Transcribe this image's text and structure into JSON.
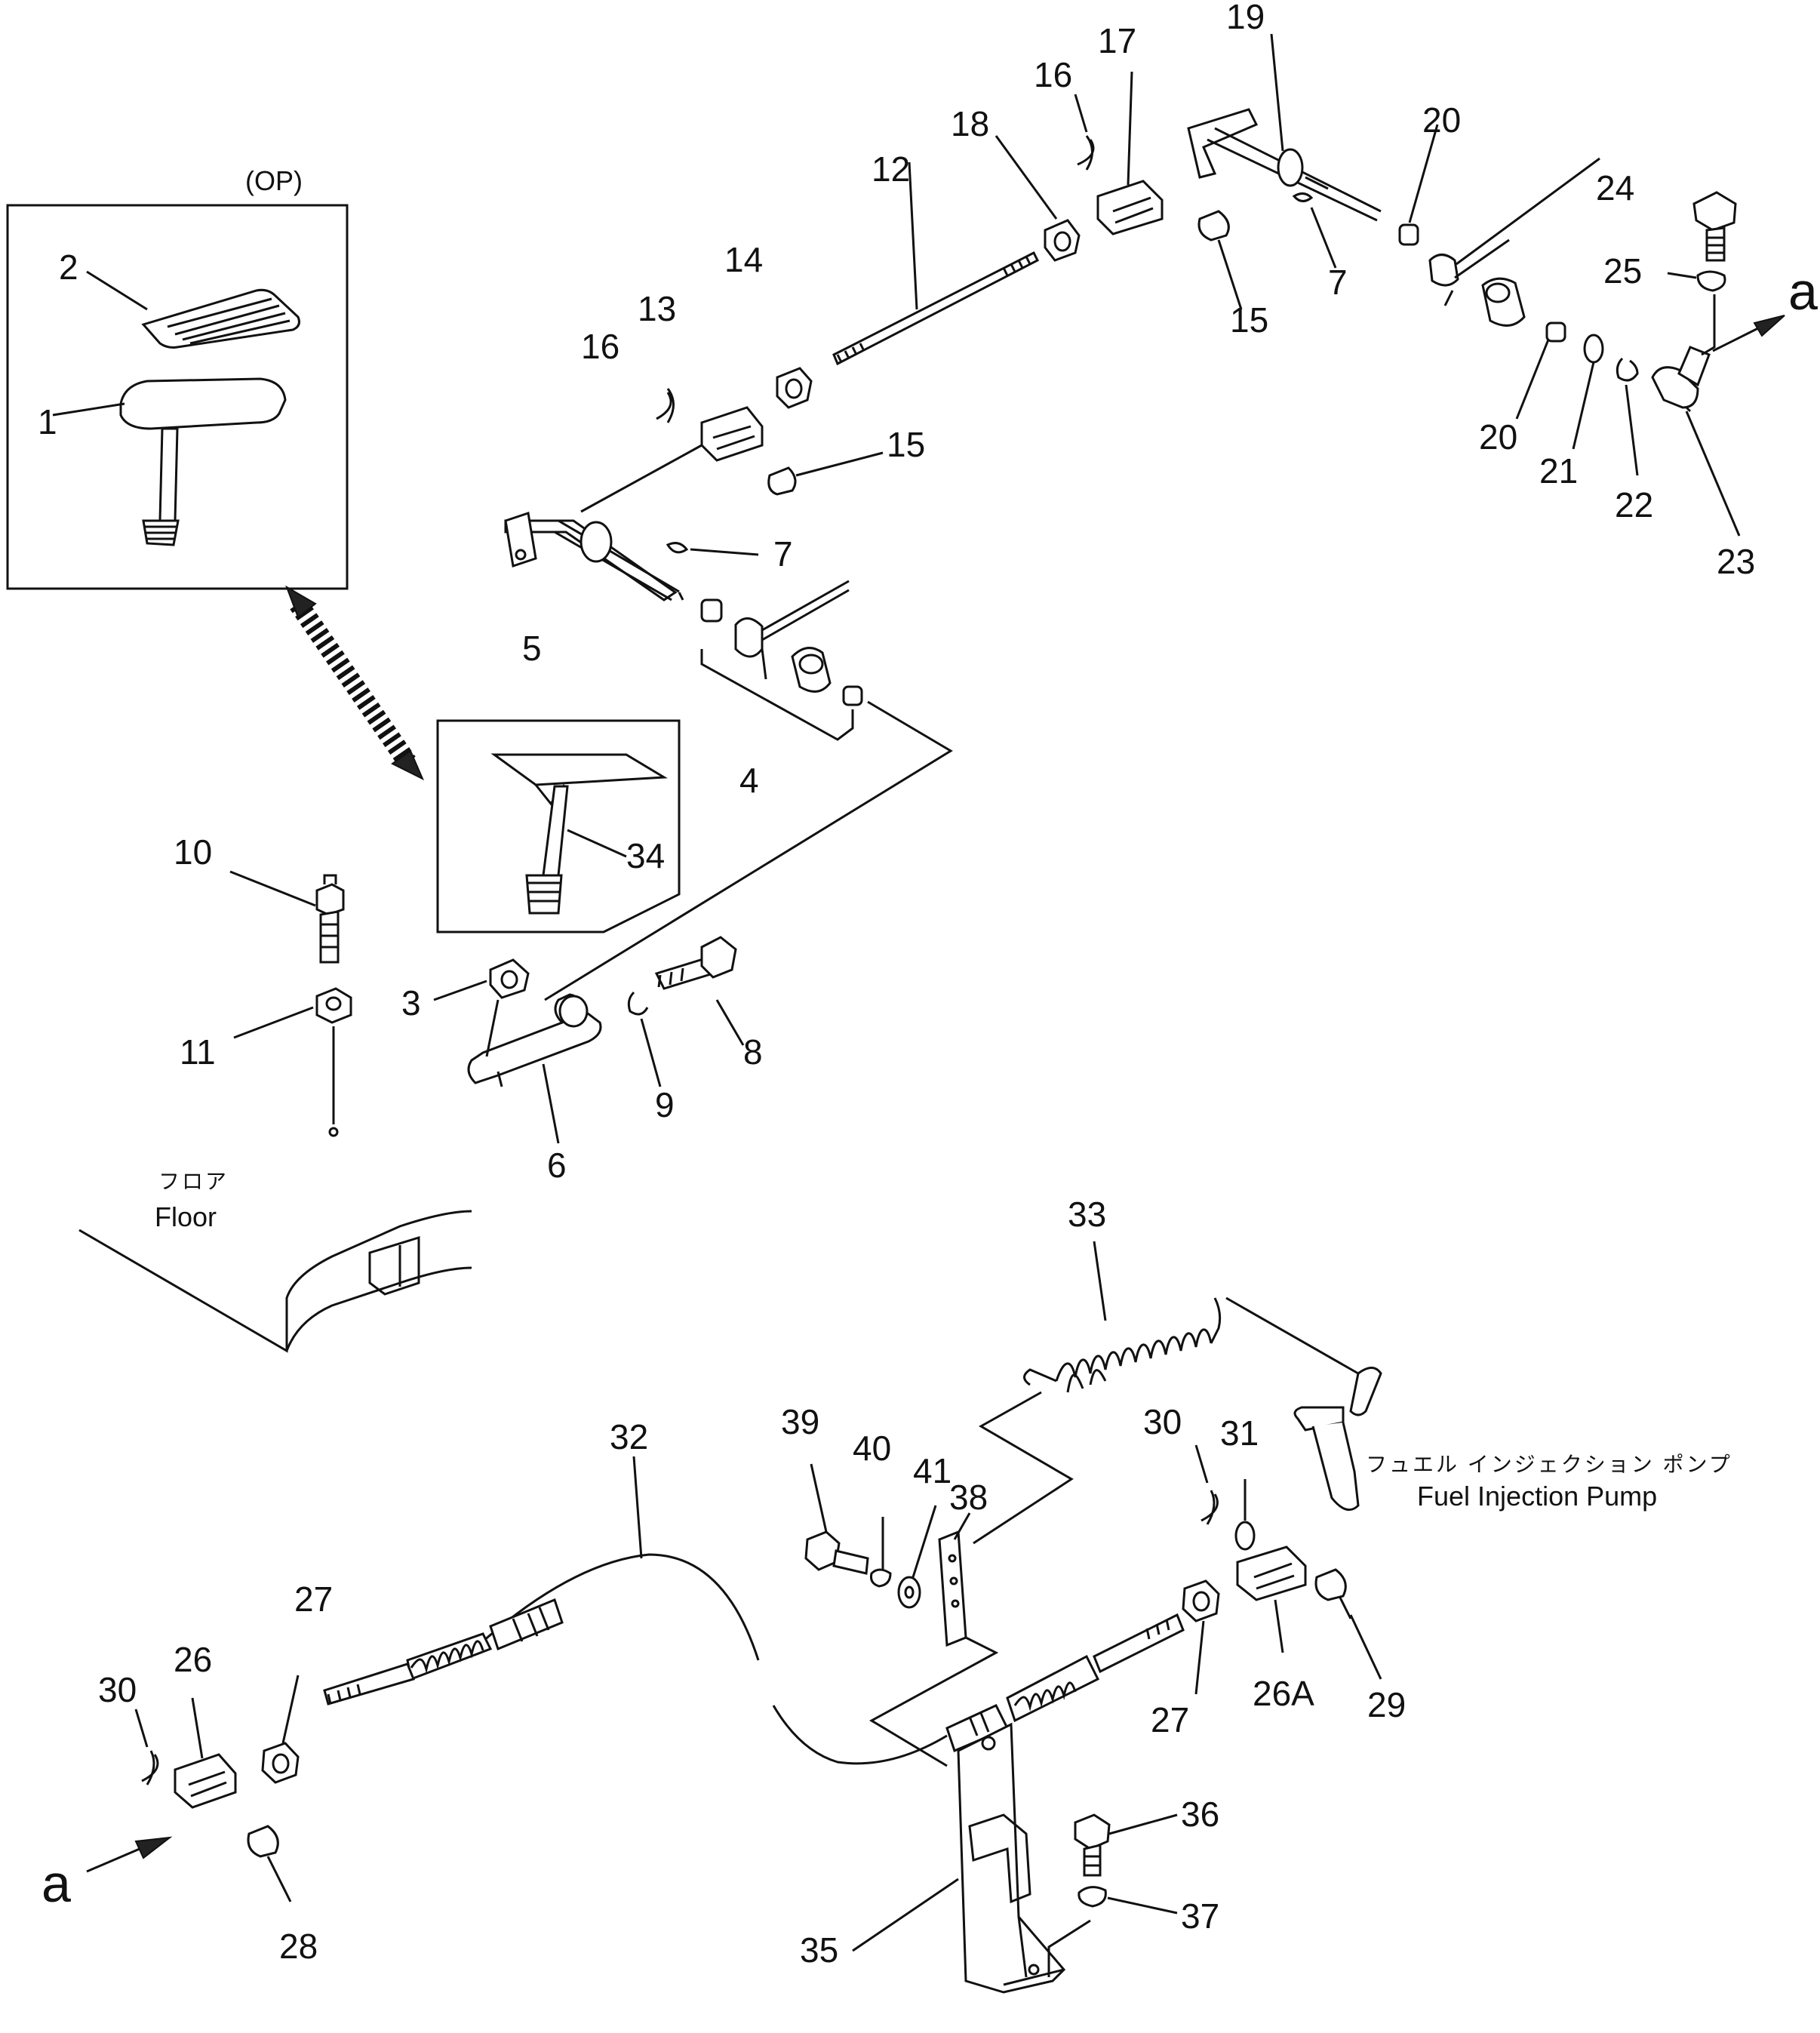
{
  "diagram": {
    "op_label": "(OP)",
    "floor_label_jp": "フロア",
    "floor_label": "Floor",
    "pump_label_jp": "フュエル インジェクション ポンプ",
    "pump_label": "Fuel Injection Pump",
    "arrow_label_top": "a",
    "arrow_label_bottom": "a",
    "callouts": {
      "p1": "1",
      "p2": "2",
      "p3": "3",
      "p4": "4",
      "p5": "5",
      "p6": "6",
      "p7a": "7",
      "p7b": "7",
      "p8": "8",
      "p9": "9",
      "p10": "10",
      "p11": "11",
      "p12": "12",
      "p13": "13",
      "p14": "14",
      "p15a": "15",
      "p15b": "15",
      "p16a": "16",
      "p16b": "16",
      "p17": "17",
      "p18": "18",
      "p19": "19",
      "p20a": "20",
      "p20b": "20",
      "p21": "21",
      "p22": "22",
      "p23": "23",
      "p24": "24",
      "p25": "25",
      "p26": "26",
      "p26a": "26A",
      "p27a": "27",
      "p27b": "27",
      "p28": "28",
      "p29": "29",
      "p30a": "30",
      "p30b": "30",
      "p31": "31",
      "p32": "32",
      "p33": "33",
      "p34": "34",
      "p35": "35",
      "p36": "36",
      "p37": "37",
      "p38": "38",
      "p39": "39",
      "p40": "40",
      "p41": "41"
    }
  }
}
